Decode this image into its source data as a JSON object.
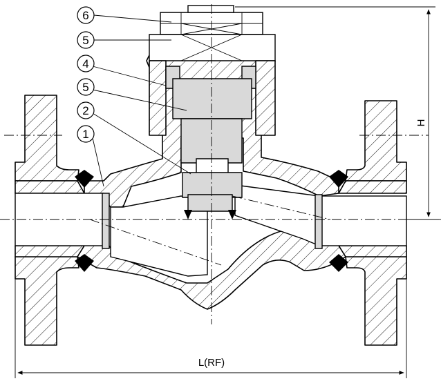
{
  "callouts": [
    {
      "number": "6"
    },
    {
      "number": "5"
    },
    {
      "number": "4"
    },
    {
      "number": "5"
    },
    {
      "number": "2"
    },
    {
      "number": "1"
    }
  ],
  "dimensions": {
    "length_label": "L(RF)",
    "height_label": "H"
  }
}
